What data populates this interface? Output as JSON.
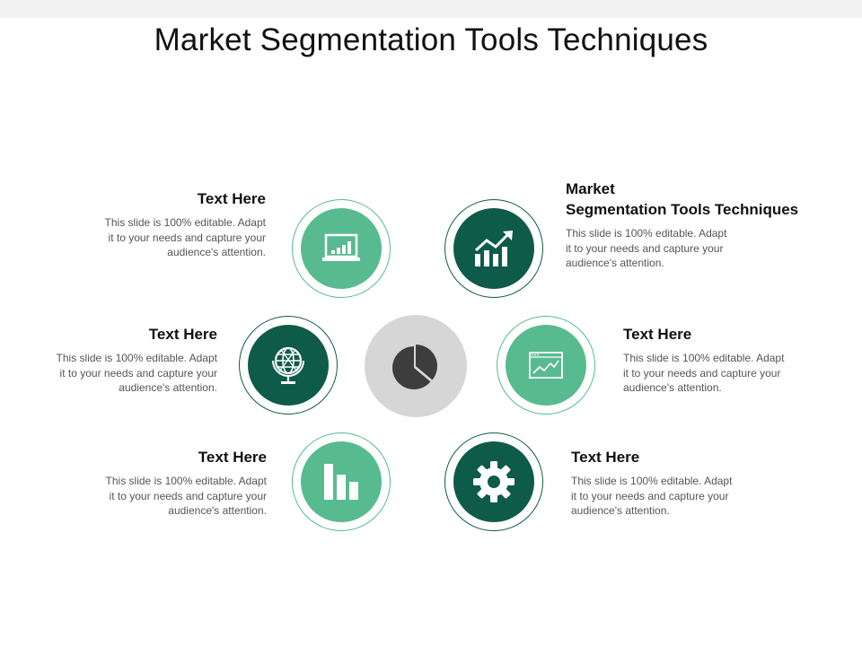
{
  "title": "Market Segmentation Tools Techniques",
  "colors": {
    "light_green": "#58bb8f",
    "dark_green": "#0e5b4a",
    "center_grey": "#d6d6d6",
    "center_icon": "#3d3d3d"
  },
  "center": {
    "icon": "pie-chart-icon"
  },
  "items": [
    {
      "heading": "Text Here",
      "body": [
        "This slide is 100% editable. Adapt",
        "it to your needs and capture your",
        "audience's attention."
      ],
      "icon": "laptop-chart-icon"
    },
    {
      "heading": "Market",
      "heading_line2": "Segmentation Tools Techniques",
      "body": [
        "This slide is 100% editable. Adapt",
        "it to your needs and capture your",
        "audience's attention."
      ],
      "icon": "growth-chart-icon"
    },
    {
      "heading": "Text Here",
      "body": [
        "This slide is 100% editable. Adapt",
        "it to your needs and capture your",
        "audience's attention."
      ],
      "icon": "globe-icon"
    },
    {
      "heading": "Text Here",
      "body": [
        "This slide is 100% editable. Adapt",
        "it to your needs and capture your",
        "audience's attention."
      ],
      "icon": "line-chart-window-icon"
    },
    {
      "heading": "Text Here",
      "body": [
        "This slide is 100% editable. Adapt",
        "it to your needs and capture your",
        "audience's attention."
      ],
      "icon": "bar-chart-icon"
    },
    {
      "heading": "Text Here",
      "body": [
        "This slide is 100% editable. Adapt",
        "it to your needs and capture your",
        "audience's attention."
      ],
      "icon": "gear-icon"
    }
  ]
}
